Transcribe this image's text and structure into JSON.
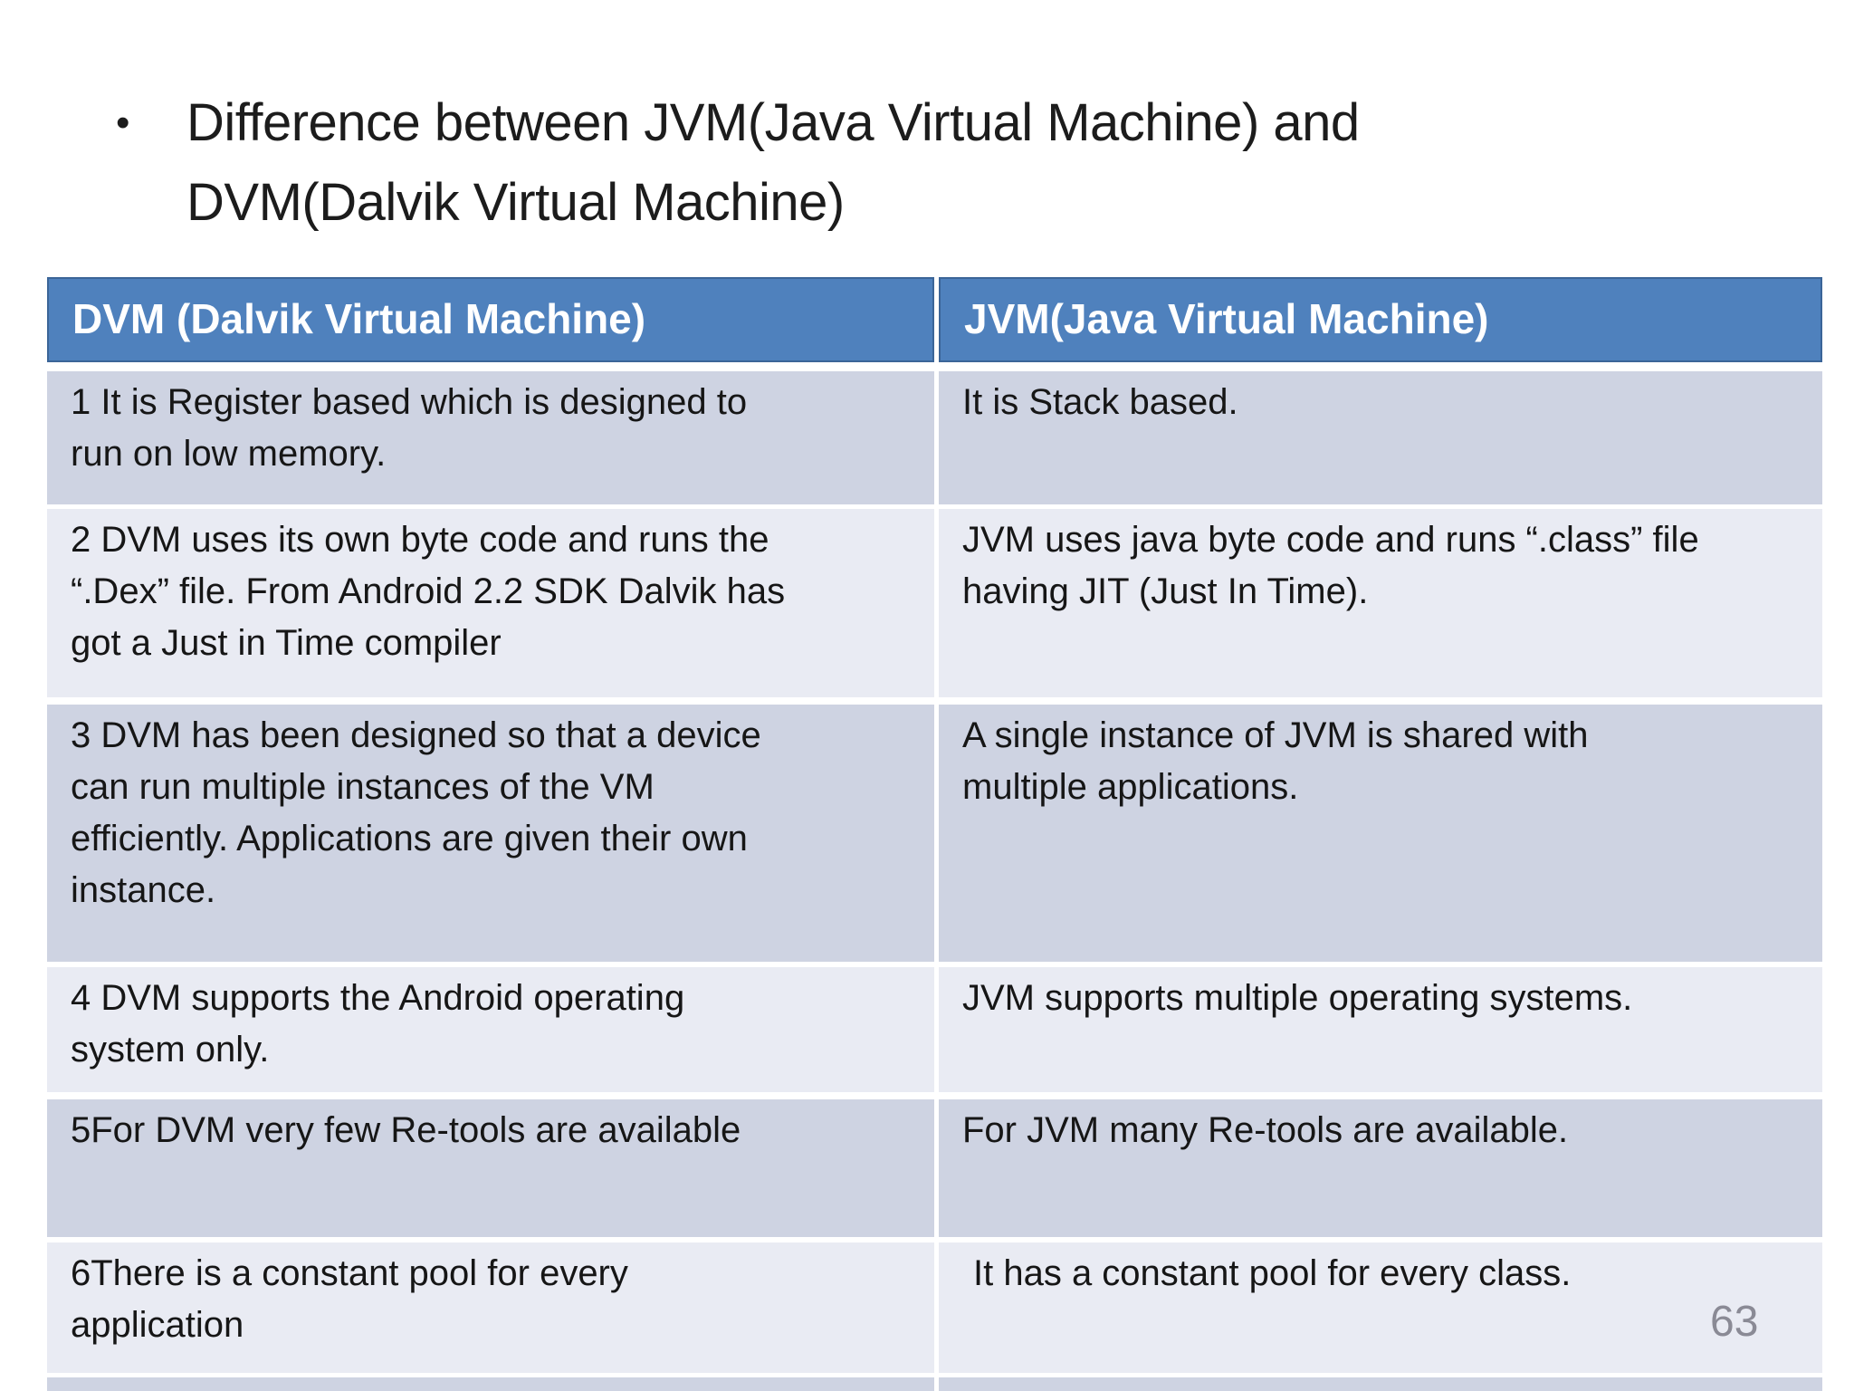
{
  "slide": {
    "bullet_glyph": "•",
    "title": "Difference between JVM(Java Virtual Machine) and\nDVM(Dalvik Virtual Machine)",
    "page_number": "63"
  },
  "table": {
    "columns": [
      "DVM (Dalvik Virtual Machine)",
      "JVM(Java Virtual Machine)"
    ],
    "rows": [
      {
        "dvm": "1 It is Register based which is designed to\nrun on low memory.",
        "jvm": "It is Stack based."
      },
      {
        "dvm": "2 DVM uses its own byte code and runs the\n“.Dex” file. From Android 2.2 SDK Dalvik has\ngot a Just in Time compiler",
        "jvm": "JVM uses java byte code and runs “.class” file\nhaving JIT (Just In Time)."
      },
      {
        "dvm": "3 DVM has been designed so that a device\ncan run multiple instances of the VM\nefficiently. Applications are given their own\ninstance.",
        "jvm": "A single instance of JVM is shared with\nmultiple applications."
      },
      {
        "dvm": "4 DVM supports the Android operating\nsystem only.",
        "jvm": "JVM supports multiple operating systems."
      },
      {
        "dvm": "5For DVM very few Re-tools are available",
        "jvm": "For JVM many Re-tools are available."
      },
      {
        "dvm": "6There is a constant pool for every\napplication",
        "jvm": "It has a constant pool for every class."
      }
    ]
  },
  "colors": {
    "header_bg": "#4f81bd",
    "header_text": "#ffffff",
    "row_band_dark": "#ced3e2",
    "row_band_light": "#e9ebf3",
    "body_text": "#161616",
    "page_number_text": "#8a8a95",
    "background": "#ffffff"
  }
}
